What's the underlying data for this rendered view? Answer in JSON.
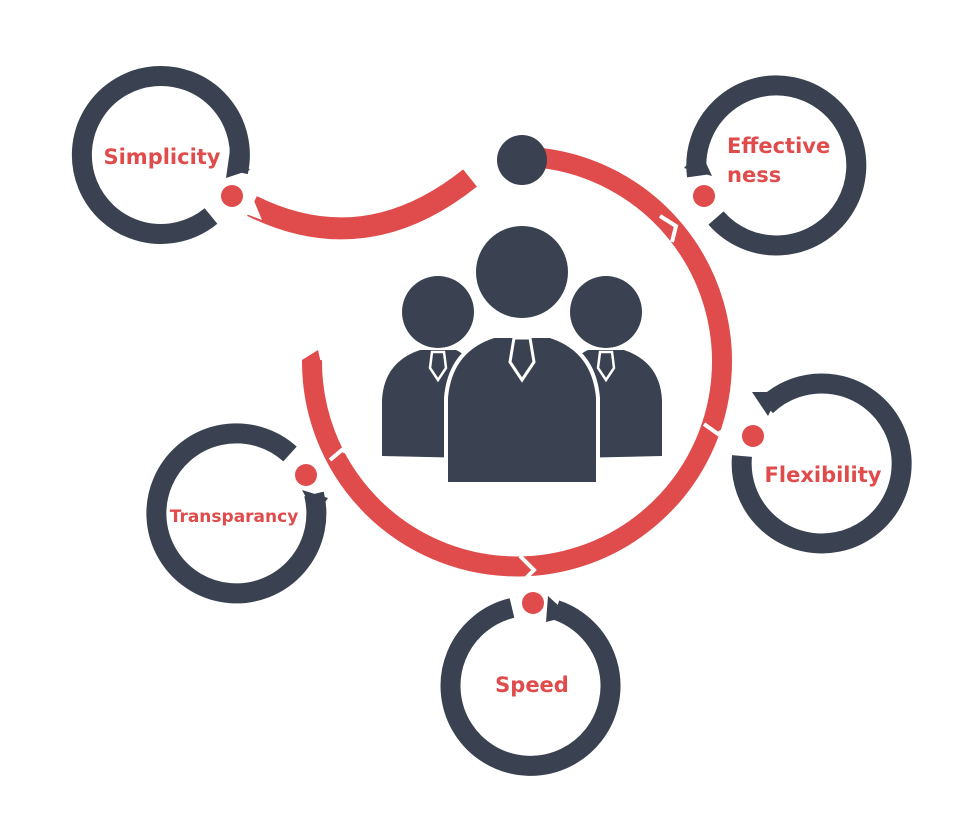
{
  "colors": {
    "accent": "#e04b4b",
    "dark": "#3a4150",
    "background": "#ffffff"
  },
  "center_icon": "people-group-icon",
  "nodes": [
    {
      "id": "simplicity",
      "label_lines": [
        "Simplicity"
      ]
    },
    {
      "id": "effectiveness",
      "label_lines": [
        "Effective",
        "ness"
      ]
    },
    {
      "id": "flexibility",
      "label_lines": [
        "Flexibility"
      ]
    },
    {
      "id": "speed",
      "label_lines": [
        "Speed"
      ]
    },
    {
      "id": "transparancy",
      "label_lines": [
        "Transparancy"
      ]
    }
  ]
}
